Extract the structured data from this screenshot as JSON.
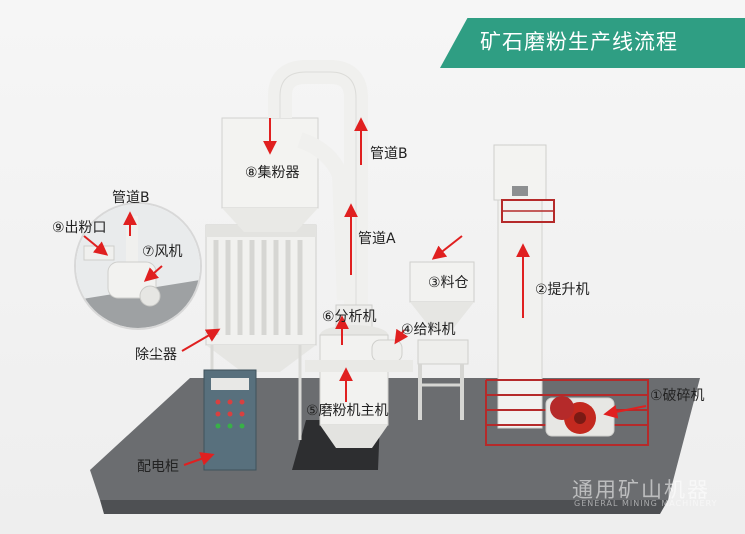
{
  "title": "矿石磨粉生产线流程",
  "labels": {
    "l1": "①破碎机",
    "l2": "②提升机",
    "l3": "③料仓",
    "l4": "④给料机",
    "l5": "⑤磨粉机主机",
    "l6": "⑥分析机",
    "l7": "⑦风机",
    "l8": "⑧集粉器",
    "l9": "⑨出粉口",
    "pipeA": "管道A",
    "pipeB_top": "管道B",
    "pipeB_inset": "管道B",
    "dust": "除尘器",
    "cabinet": "配电柜"
  },
  "watermark": {
    "main": "通用矿山机器",
    "sub": "GENERAL MINING MACHINERY"
  },
  "colors": {
    "banner": "#2f9e83",
    "arrow": "#e02020",
    "machine": "#f4f4f2",
    "base": "#6b6d70",
    "railing": "#b52a2a",
    "cabinet": "#5a6e7a"
  }
}
